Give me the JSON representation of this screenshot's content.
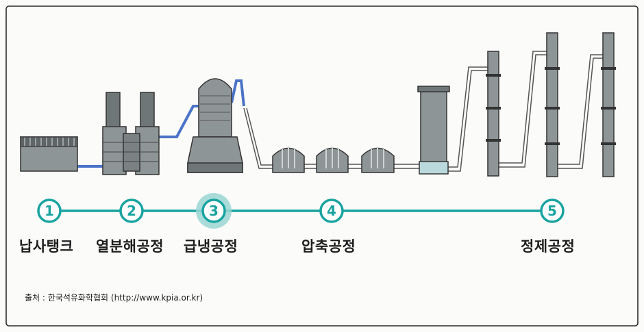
{
  "colors": {
    "accent": "#18a3a0",
    "highlight": "#9ad6d3",
    "pipe": "#4b73c8",
    "machine": "#8e9596",
    "ink": "#1e1e1e"
  },
  "steps": [
    {
      "number": "1",
      "label": "납사탱크"
    },
    {
      "number": "2",
      "label": "열분해공정"
    },
    {
      "number": "3",
      "label": "급냉공정",
      "highlighted": true
    },
    {
      "number": "4",
      "label": "압축공정"
    },
    {
      "number": "5",
      "label": "정제공정"
    }
  ],
  "source": "출처 : 한국석유화학협회 (http://www.kpia.or.kr)",
  "icons": [
    "naphtha-tank-icon",
    "pyrolysis-furnace-icon",
    "quench-tower-icon",
    "compressor-icon",
    "separator-drum-icon",
    "distillation-column-icon"
  ]
}
